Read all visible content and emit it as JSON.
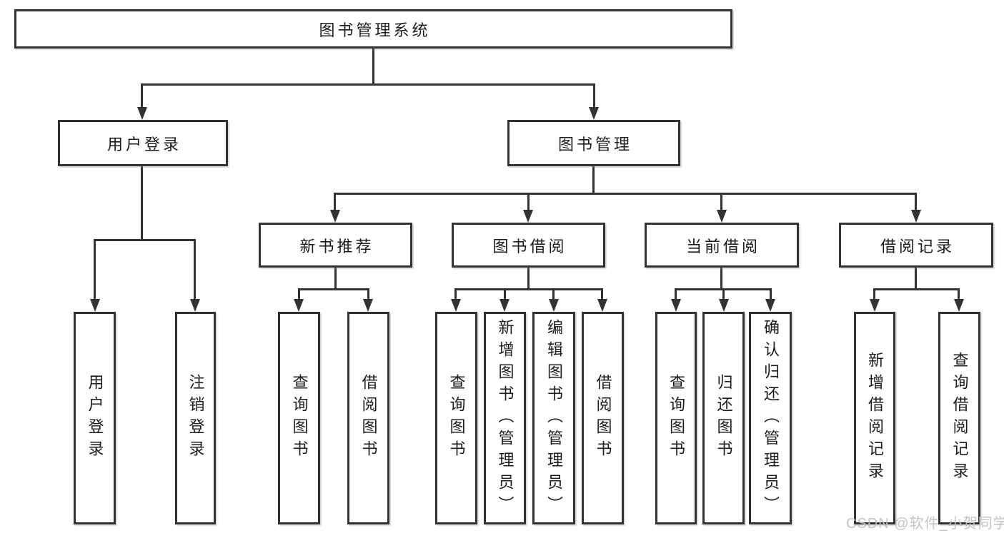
{
  "diagram": {
    "type": "hierarchy-tree",
    "colors": {
      "line": "#333333",
      "text": "#1c1c1c",
      "background": "#ffffff",
      "watermark": "#c1c1c1"
    },
    "tree": {
      "root": "图书管理系统",
      "branches": [
        {
          "label": "用户登录",
          "children": [
            "用户登录",
            "注销登录"
          ]
        },
        {
          "label": "图书管理",
          "children": [
            {
              "label": "新书推荐",
              "children": [
                "查询图书",
                "借阅图书"
              ]
            },
            {
              "label": "图书借阅",
              "children": [
                "查询图书",
                "新增图书（管理员）",
                "编辑图书（管理员）",
                "借阅图书"
              ]
            },
            {
              "label": "当前借阅",
              "children": [
                "查询图书",
                "归还图书",
                "确认归还（管理员）"
              ]
            },
            {
              "label": "借阅记录",
              "children": [
                "新增借阅记录",
                "查询借阅记录"
              ]
            }
          ]
        }
      ]
    },
    "watermark": "CSDN @软件_小贺同学"
  }
}
